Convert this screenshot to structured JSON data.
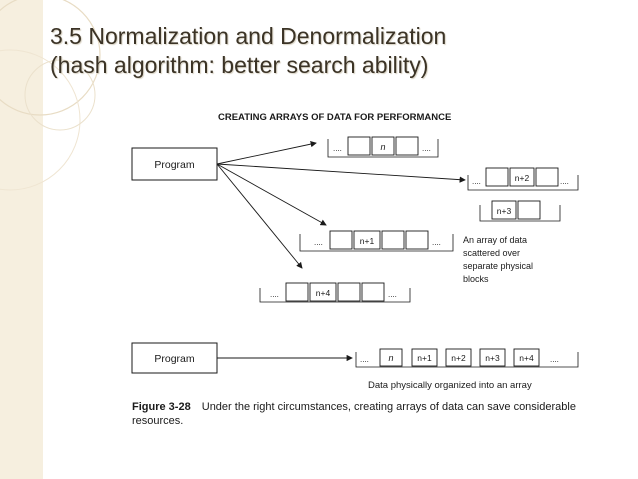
{
  "slide": {
    "title_line1": "3.5 Normalization and Denormalization",
    "title_line2": "(hash algorithm: better search ability)"
  },
  "figure": {
    "heading": "CREATING ARRAYS OF DATA FOR PERFORMANCE",
    "program_label_top": "Program",
    "program_label_bottom": "Program",
    "ellipsis": "....",
    "cell_n": "n",
    "cell_n_plus_1": "n+1",
    "cell_n_plus_2": "n+2",
    "cell_n_plus_3": "n+3",
    "cell_n_plus_4": "n+4",
    "scatter_note_line1": "An array of data",
    "scatter_note_line2": "scattered over",
    "scatter_note_line3": "separate physical",
    "scatter_note_line4": "blocks",
    "organized_note": "Data physically organized into an array",
    "caption_label": "Figure 3-28",
    "caption_line1": "Under the right circumstances, creating arrays of data can save considerable",
    "caption_line2": "resources."
  },
  "colors": {
    "side_strip": "#f6efdf",
    "title_text": "#3b3326",
    "diagram_ink": "#1a1a1a"
  }
}
